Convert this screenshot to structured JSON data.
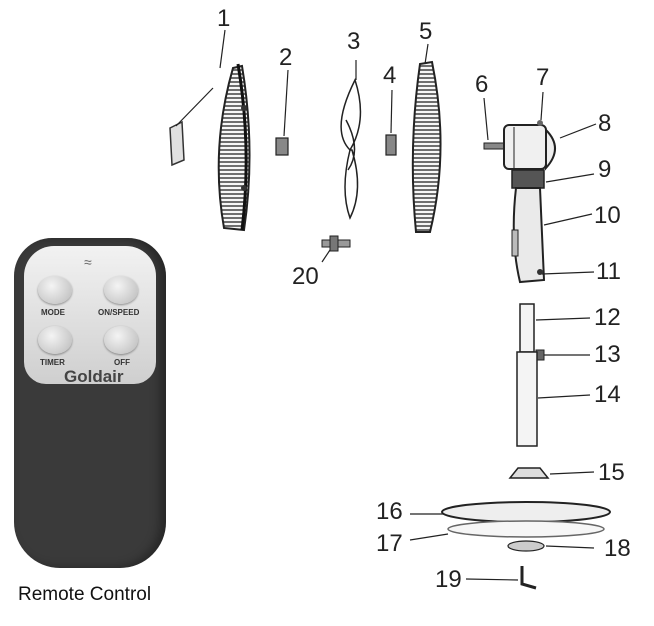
{
  "part_numbers": [
    "1",
    "2",
    "3",
    "4",
    "5",
    "6",
    "7",
    "8",
    "9",
    "10",
    "11",
    "12",
    "13",
    "14",
    "15",
    "16",
    "17",
    "18",
    "19",
    "20"
  ],
  "remote": {
    "buttons": {
      "mode": "MODE",
      "on_speed": "ON/SPEED",
      "timer": "TIMER",
      "off": "OFF"
    },
    "brand": "Goldair",
    "caption": "Remote Control"
  },
  "colors": {
    "remote_body": "#3a3a3a",
    "remote_panel": "#dcdcdc",
    "line": "#222222"
  }
}
